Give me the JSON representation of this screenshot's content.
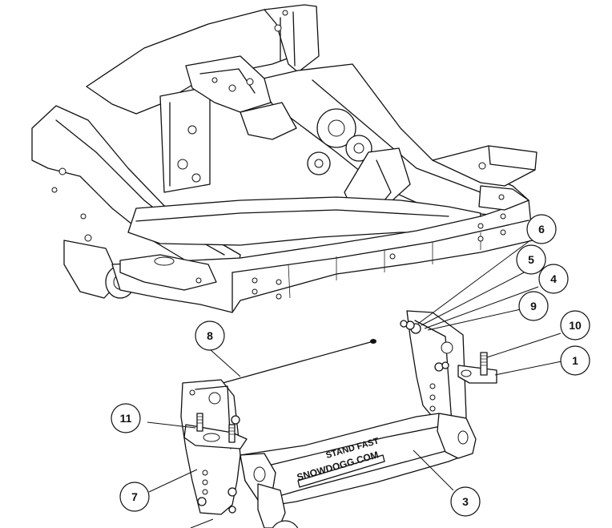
{
  "decals": {
    "brand": "SNOWDOGG.COM",
    "product": "STAND FAST"
  },
  "callouts": [
    {
      "id": "c1",
      "label": "1"
    },
    {
      "id": "c3",
      "label": "3"
    },
    {
      "id": "c4",
      "label": "4"
    },
    {
      "id": "c5",
      "label": "5"
    },
    {
      "id": "c6",
      "label": "6"
    },
    {
      "id": "c7",
      "label": "7"
    },
    {
      "id": "c8",
      "label": "8"
    },
    {
      "id": "c9",
      "label": "9"
    },
    {
      "id": "c10",
      "label": "10"
    },
    {
      "id": "c11",
      "label": "11"
    }
  ]
}
